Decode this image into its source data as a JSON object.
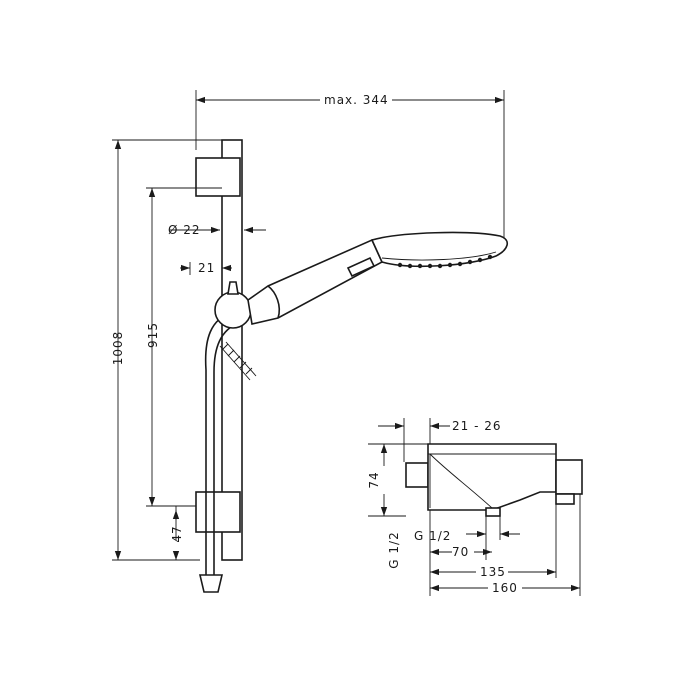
{
  "shower_set": {
    "max_reach": "max. 344",
    "total_height": "1008",
    "rail_height": "915",
    "pipe_diameter": "Ø 22",
    "rail_offset": "21",
    "bottom_offset": "47"
  },
  "thermostat": {
    "depth_range": "21 - 26",
    "height": "74",
    "inlet_thread_vertical": "G 1/2",
    "outlet_thread": "G 1/2",
    "outlet_distance": "70",
    "body_length": "135",
    "total_length": "160"
  },
  "icons": [
    "arrowhead",
    "diameter-symbol"
  ]
}
